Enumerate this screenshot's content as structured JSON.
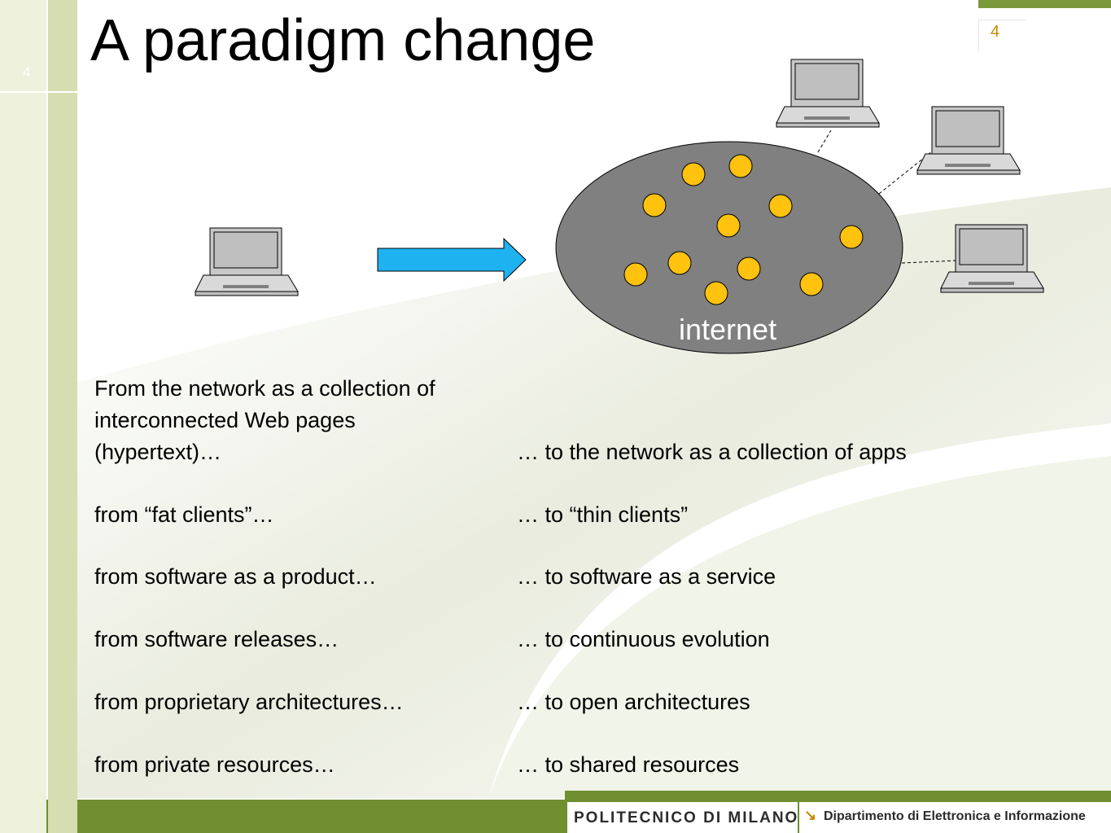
{
  "slide": {
    "title": "A paradigm change",
    "page_number_left": "4",
    "page_number_right": "4"
  },
  "diagram": {
    "cloud_label": "internet"
  },
  "comparisons": [
    {
      "from": "From the network as a collection of\ninterconnected Web pages\n(hypertext)…",
      "to": "… to the network as a collection of apps"
    },
    {
      "from": "from “fat clients”…",
      "to": "… to “thin clients”"
    },
    {
      "from": "from software as a product…",
      "to": "… to software as a service"
    },
    {
      "from": "from software releases…",
      "to": "… to continuous evolution"
    },
    {
      "from": "from proprietary architectures…",
      "to": "… to open architectures"
    },
    {
      "from": "from private resources…",
      "to": "… to shared resources"
    }
  ],
  "footer": {
    "institution": "POLITECNICO DI MILANO",
    "department": "Dipartimento di Elettronica e Informazione"
  },
  "colors": {
    "accent_green": "#6f8f31",
    "cloud_gray": "#808080",
    "node_yellow": "#ffc20e",
    "arrow_blue": "#1fb2f0"
  },
  "icons": {
    "laptop": "laptop-icon",
    "arrow": "right-arrow-icon",
    "footer_mark": "arrow-mark-icon"
  }
}
